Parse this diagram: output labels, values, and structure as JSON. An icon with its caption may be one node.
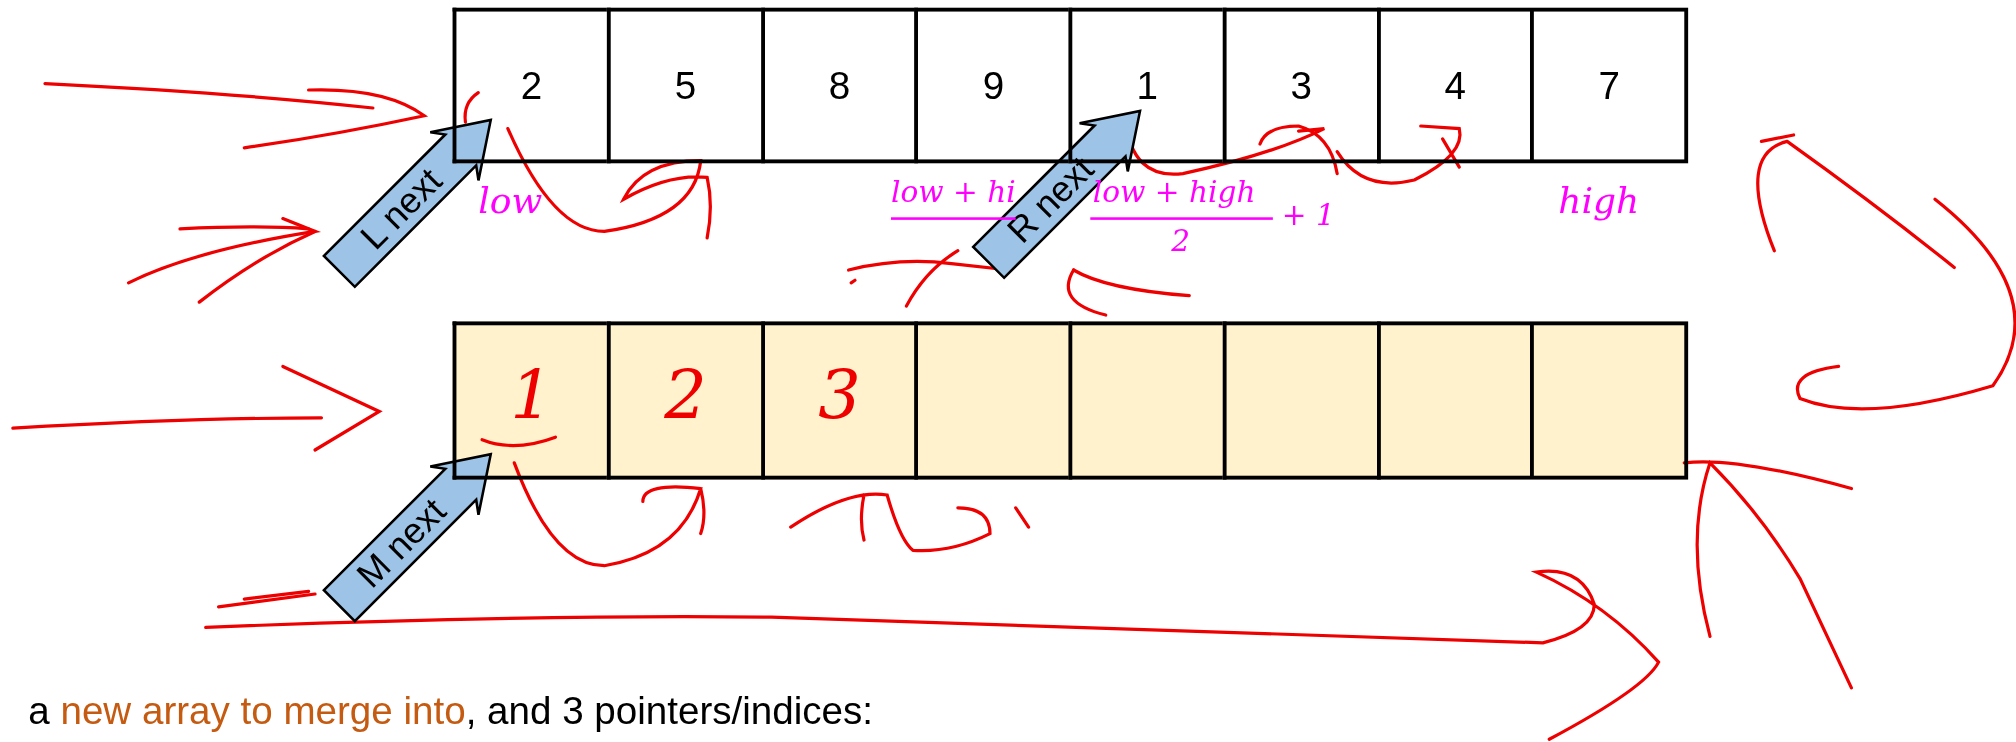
{
  "diagram": {
    "nodes": [
      {
        "text": [
          "2"
        ]
      },
      {
        "text": [
          "5"
        ]
      },
      {
        "text": [
          "8"
        ]
      },
      {
        "text": [
          "9"
        ]
      },
      {
        "text": [
          "1"
        ]
      },
      {
        "text": [
          "3"
        ]
      },
      {
        "text": [
          "4"
        ]
      },
      {
        "text": [
          "7"
        ]
      },
      {
        "text": [
          "1"
        ]
      },
      {
        "text": [
          "2"
        ]
      },
      {
        "text": [
          "3"
        ]
      },
      {
        "text": [],
        "shape": "box"
      },
      {
        "text": [],
        "shape": "box"
      },
      {
        "text": [],
        "shape": "box"
      },
      {
        "text": [],
        "shape": "box"
      },
      {
        "text": [],
        "shape": "box"
      },
      {
        "text": [
          "L next"
        ]
      },
      {
        "text": [
          "R next"
        ]
      },
      {
        "text": [
          "M next"
        ]
      }
    ],
    "labels": [
      "low",
      "low + hi",
      "low + high",
      "2",
      "+ 1",
      "high",
      "a",
      "new array to merge into",
      ", and 3 pointers/indices:"
    ]
  }
}
